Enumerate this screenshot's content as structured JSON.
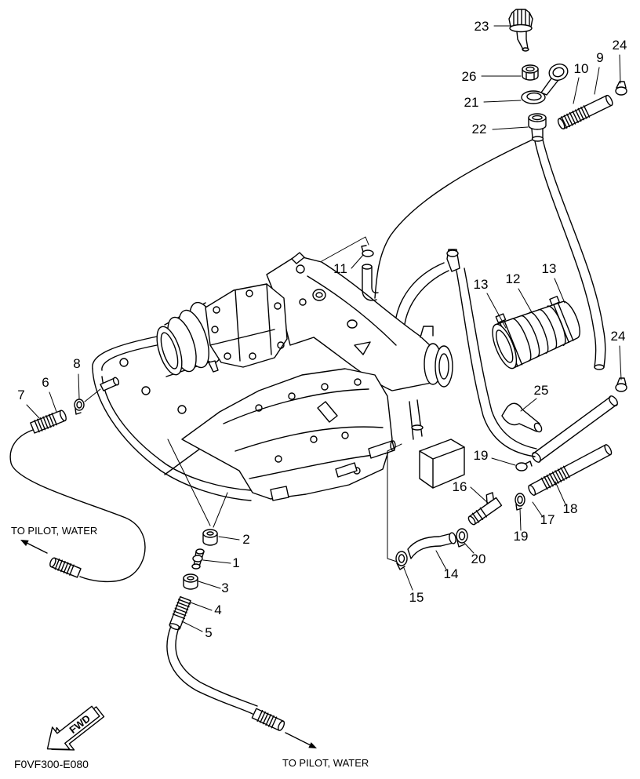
{
  "figure_code": "F0VF300-E080",
  "fwd_label": "FWD",
  "notes": {
    "to_pilot_water_left": "TO PILOT, WATER",
    "to_pilot_water_bottom": "TO PILOT, WATER"
  },
  "callouts": [
    "23",
    "26",
    "21",
    "22",
    "10",
    "9",
    "24",
    "11",
    "13",
    "12",
    "13",
    "24",
    "25",
    "8",
    "6",
    "7",
    "19",
    "16",
    "18",
    "17",
    "19",
    "2",
    "1",
    "20",
    "3",
    "14",
    "15",
    "4",
    "5"
  ]
}
